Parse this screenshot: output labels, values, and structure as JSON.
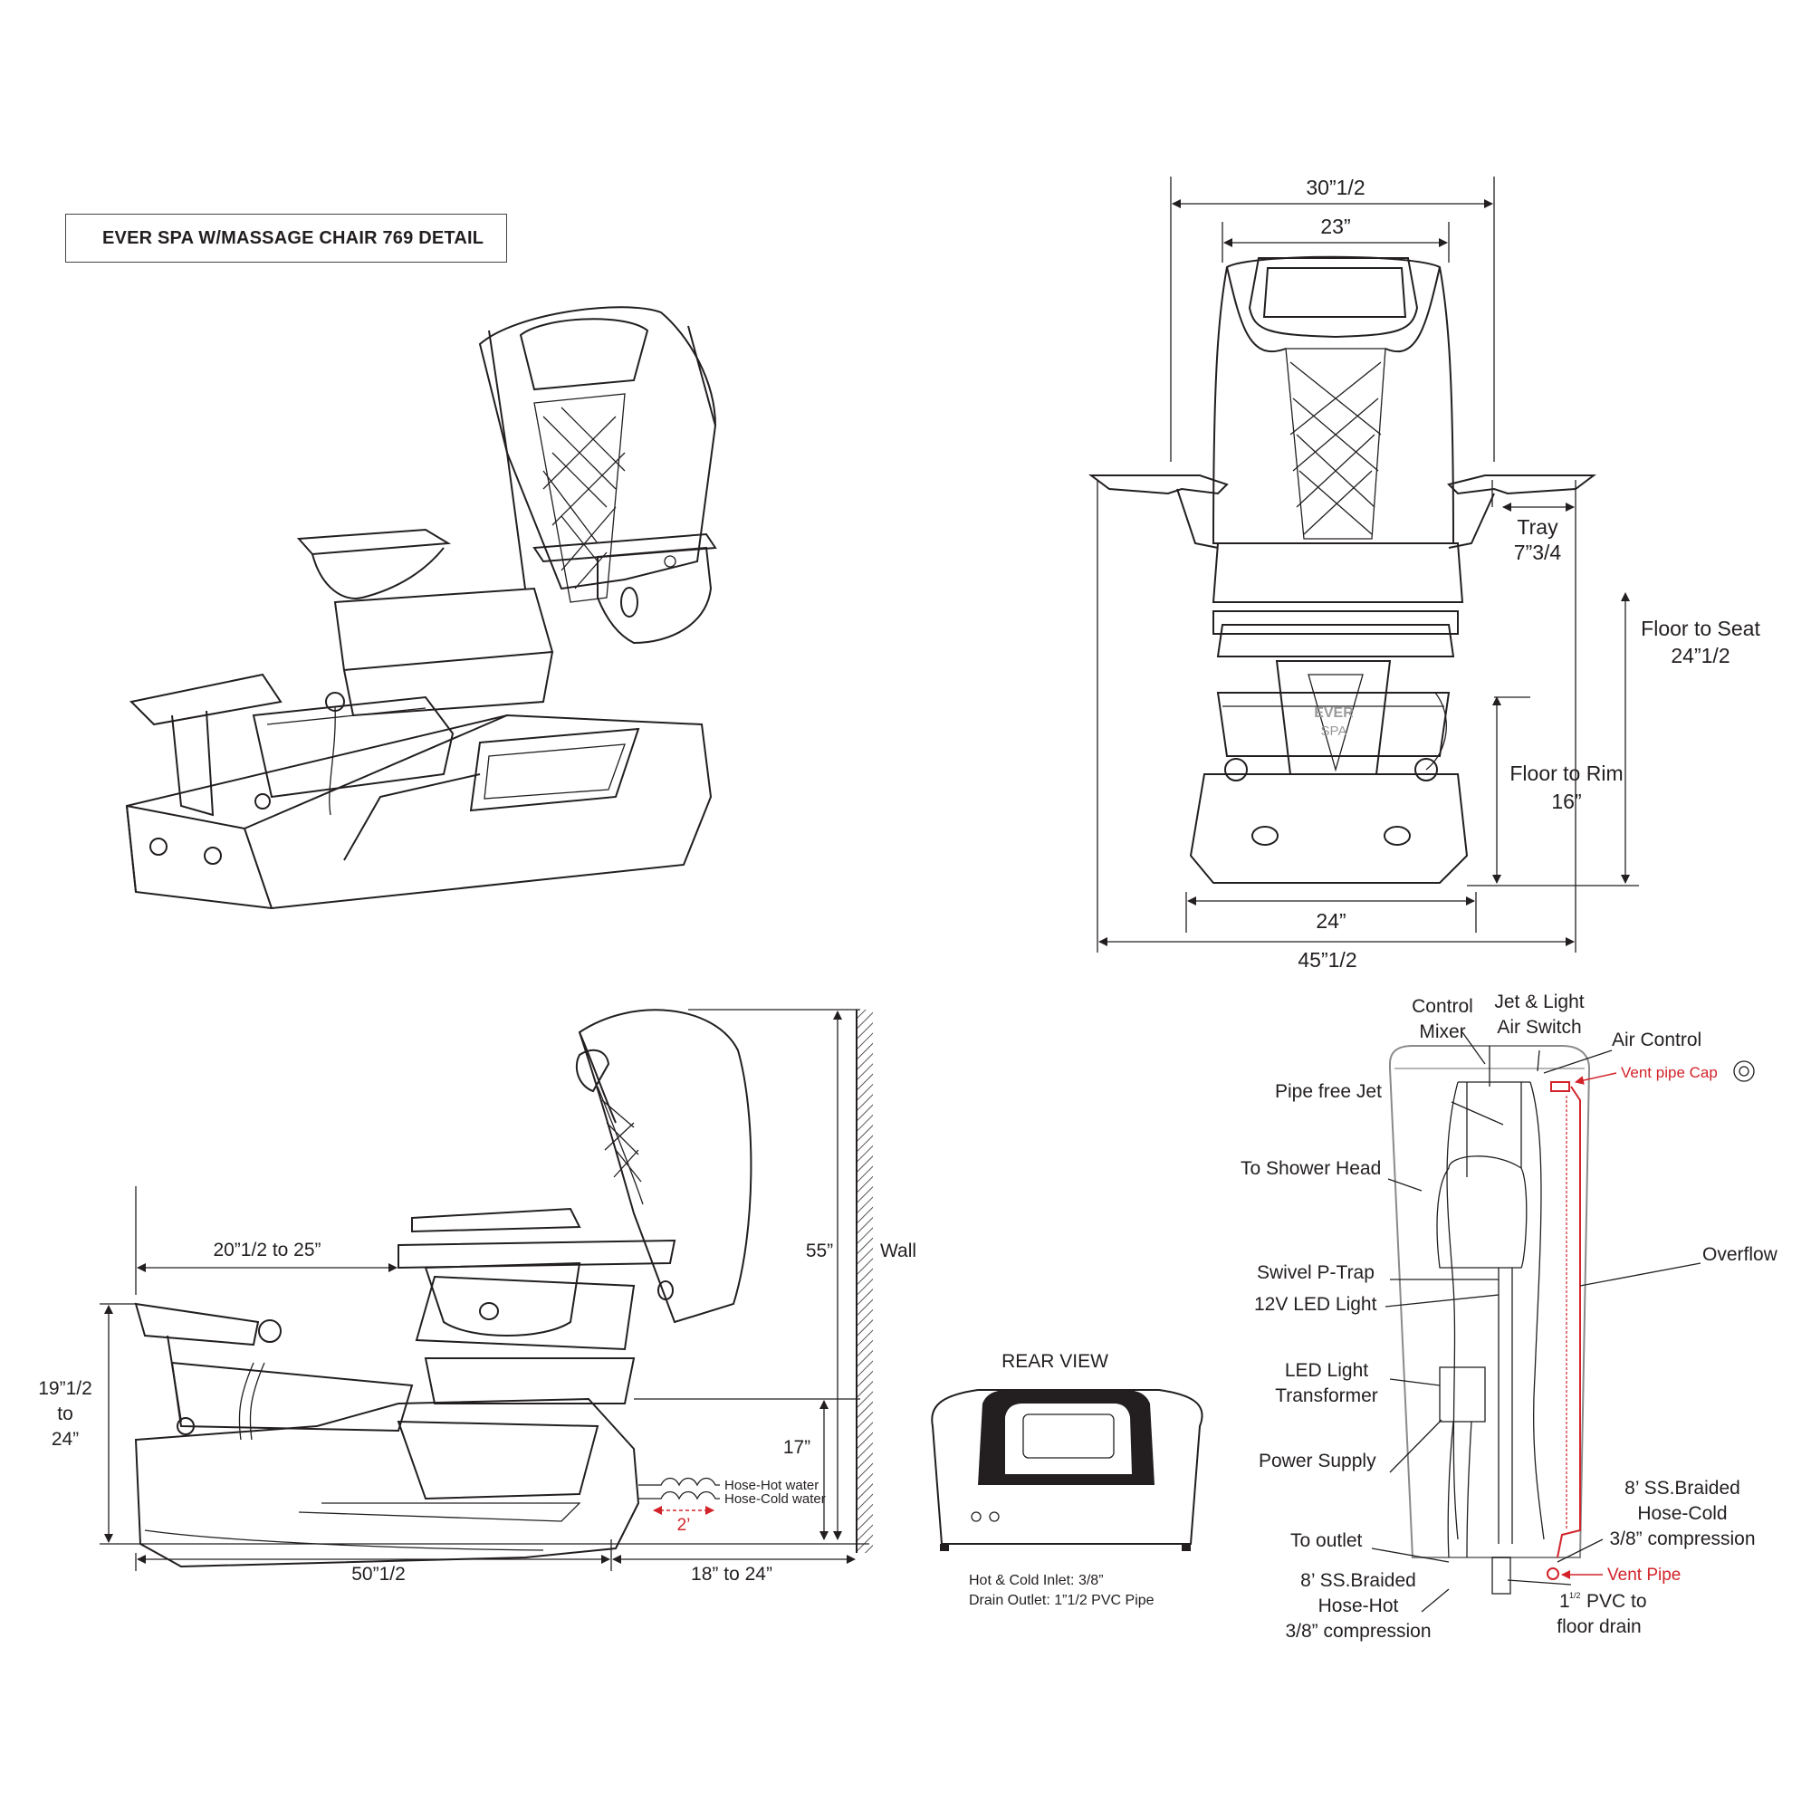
{
  "title": "EVER SPA  W/MASSAGE CHAIR 769 DETAIL",
  "front_view": {
    "overall_top_width": "30”1/2",
    "back_width": "23”",
    "tray_label": "Tray",
    "tray_value": "7”3/4",
    "floor_to_seat_label": "Floor to Seat",
    "floor_to_seat_value": "24”1/2",
    "floor_to_rim_label": "Floor to Rim",
    "floor_to_rim_value": "16”",
    "base_width": "24”",
    "overall_width": "45”1/2",
    "logo_top": "EVER",
    "logo_bottom": "SPA"
  },
  "side_view": {
    "footrest_reach": "20”1/2 to 25”",
    "height": "55”",
    "wall": "Wall",
    "footrest_height_1": "19”1/2",
    "footrest_height_2": "to",
    "footrest_height_3": "24”",
    "seat_height": "17”",
    "hose_hot": "Hose-Hot water",
    "hose_cold": "Hose-Cold water",
    "hose_len": "2’",
    "length": "50”1/2",
    "wall_clearance": "18” to 24”"
  },
  "rear_view": {
    "title": "REAR VIEW",
    "inlet": "Hot & Cold Inlet: 3/8”",
    "outlet": "Drain Outlet: 1”1/2 PVC Pipe"
  },
  "plumbing": {
    "control_mixer_1": "Control",
    "control_mixer_2": "Mixer",
    "jet_switch_1": "Jet & Light",
    "jet_switch_2": "Air Switch",
    "air_control": "Air Control",
    "vent_cap": "Vent pipe Cap",
    "pipe_free_jet": "Pipe free Jet",
    "shower_head": "To Shower Head",
    "overflow": "Overflow",
    "p_trap": "Swivel P-Trap",
    "led_light": "12V LED Light",
    "transformer_1": "LED Light",
    "transformer_2": "Transformer",
    "power_supply": "Power Supply",
    "cold_hose_1": "8’ SS.Braided",
    "cold_hose_2": "Hose-Cold",
    "cold_hose_3": "3/8” compression",
    "to_outlet": "To outlet",
    "vent_pipe": "Vent Pipe",
    "hot_hose_1": "8’ SS.Braided",
    "hot_hose_2": "Hose-Hot",
    "hot_hose_3": "3/8” compression",
    "pvc_1": "1",
    "pvc_sup": "1/2",
    "pvc_2": "PVC to",
    "pvc_3": "floor drain"
  },
  "colors": {
    "line": "#231f20",
    "accent": "#d2232a",
    "shell": "#8a8a8a"
  }
}
